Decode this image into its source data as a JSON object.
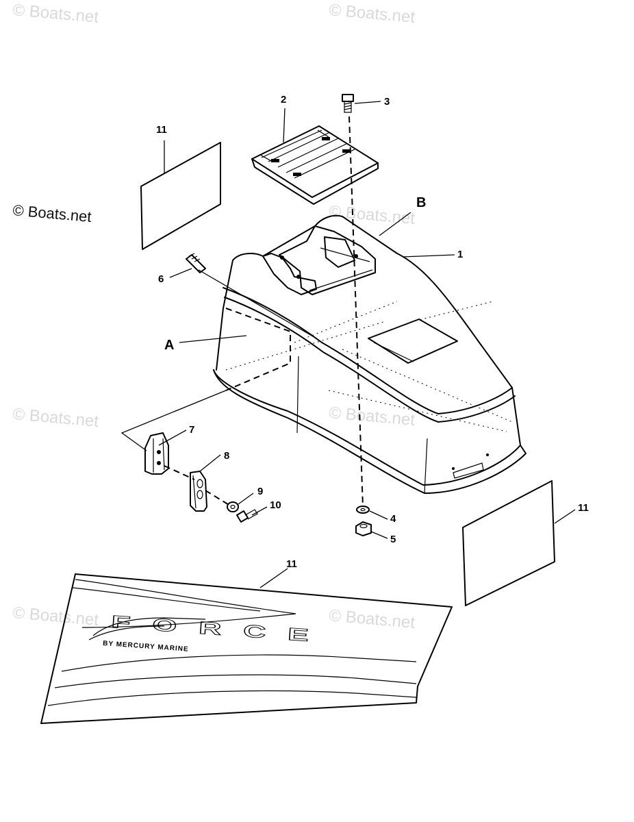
{
  "watermarks": {
    "main": "© Boats.net",
    "faint": "© Boats.net"
  },
  "callouts": {
    "p1": "1",
    "p2": "2",
    "p3": "3",
    "p4": "4",
    "p5": "5",
    "p6": "6",
    "p7": "7",
    "p8": "8",
    "p9": "9",
    "p10": "10",
    "p11": "11"
  },
  "references": {
    "a": "A",
    "b": "B"
  },
  "decal": {
    "brand_text": "FORCE",
    "sub_text": "BY MERCURY MARINE"
  },
  "colors": {
    "ink": "#000000",
    "watermark": "#d9d9d9",
    "background": "#ffffff"
  }
}
